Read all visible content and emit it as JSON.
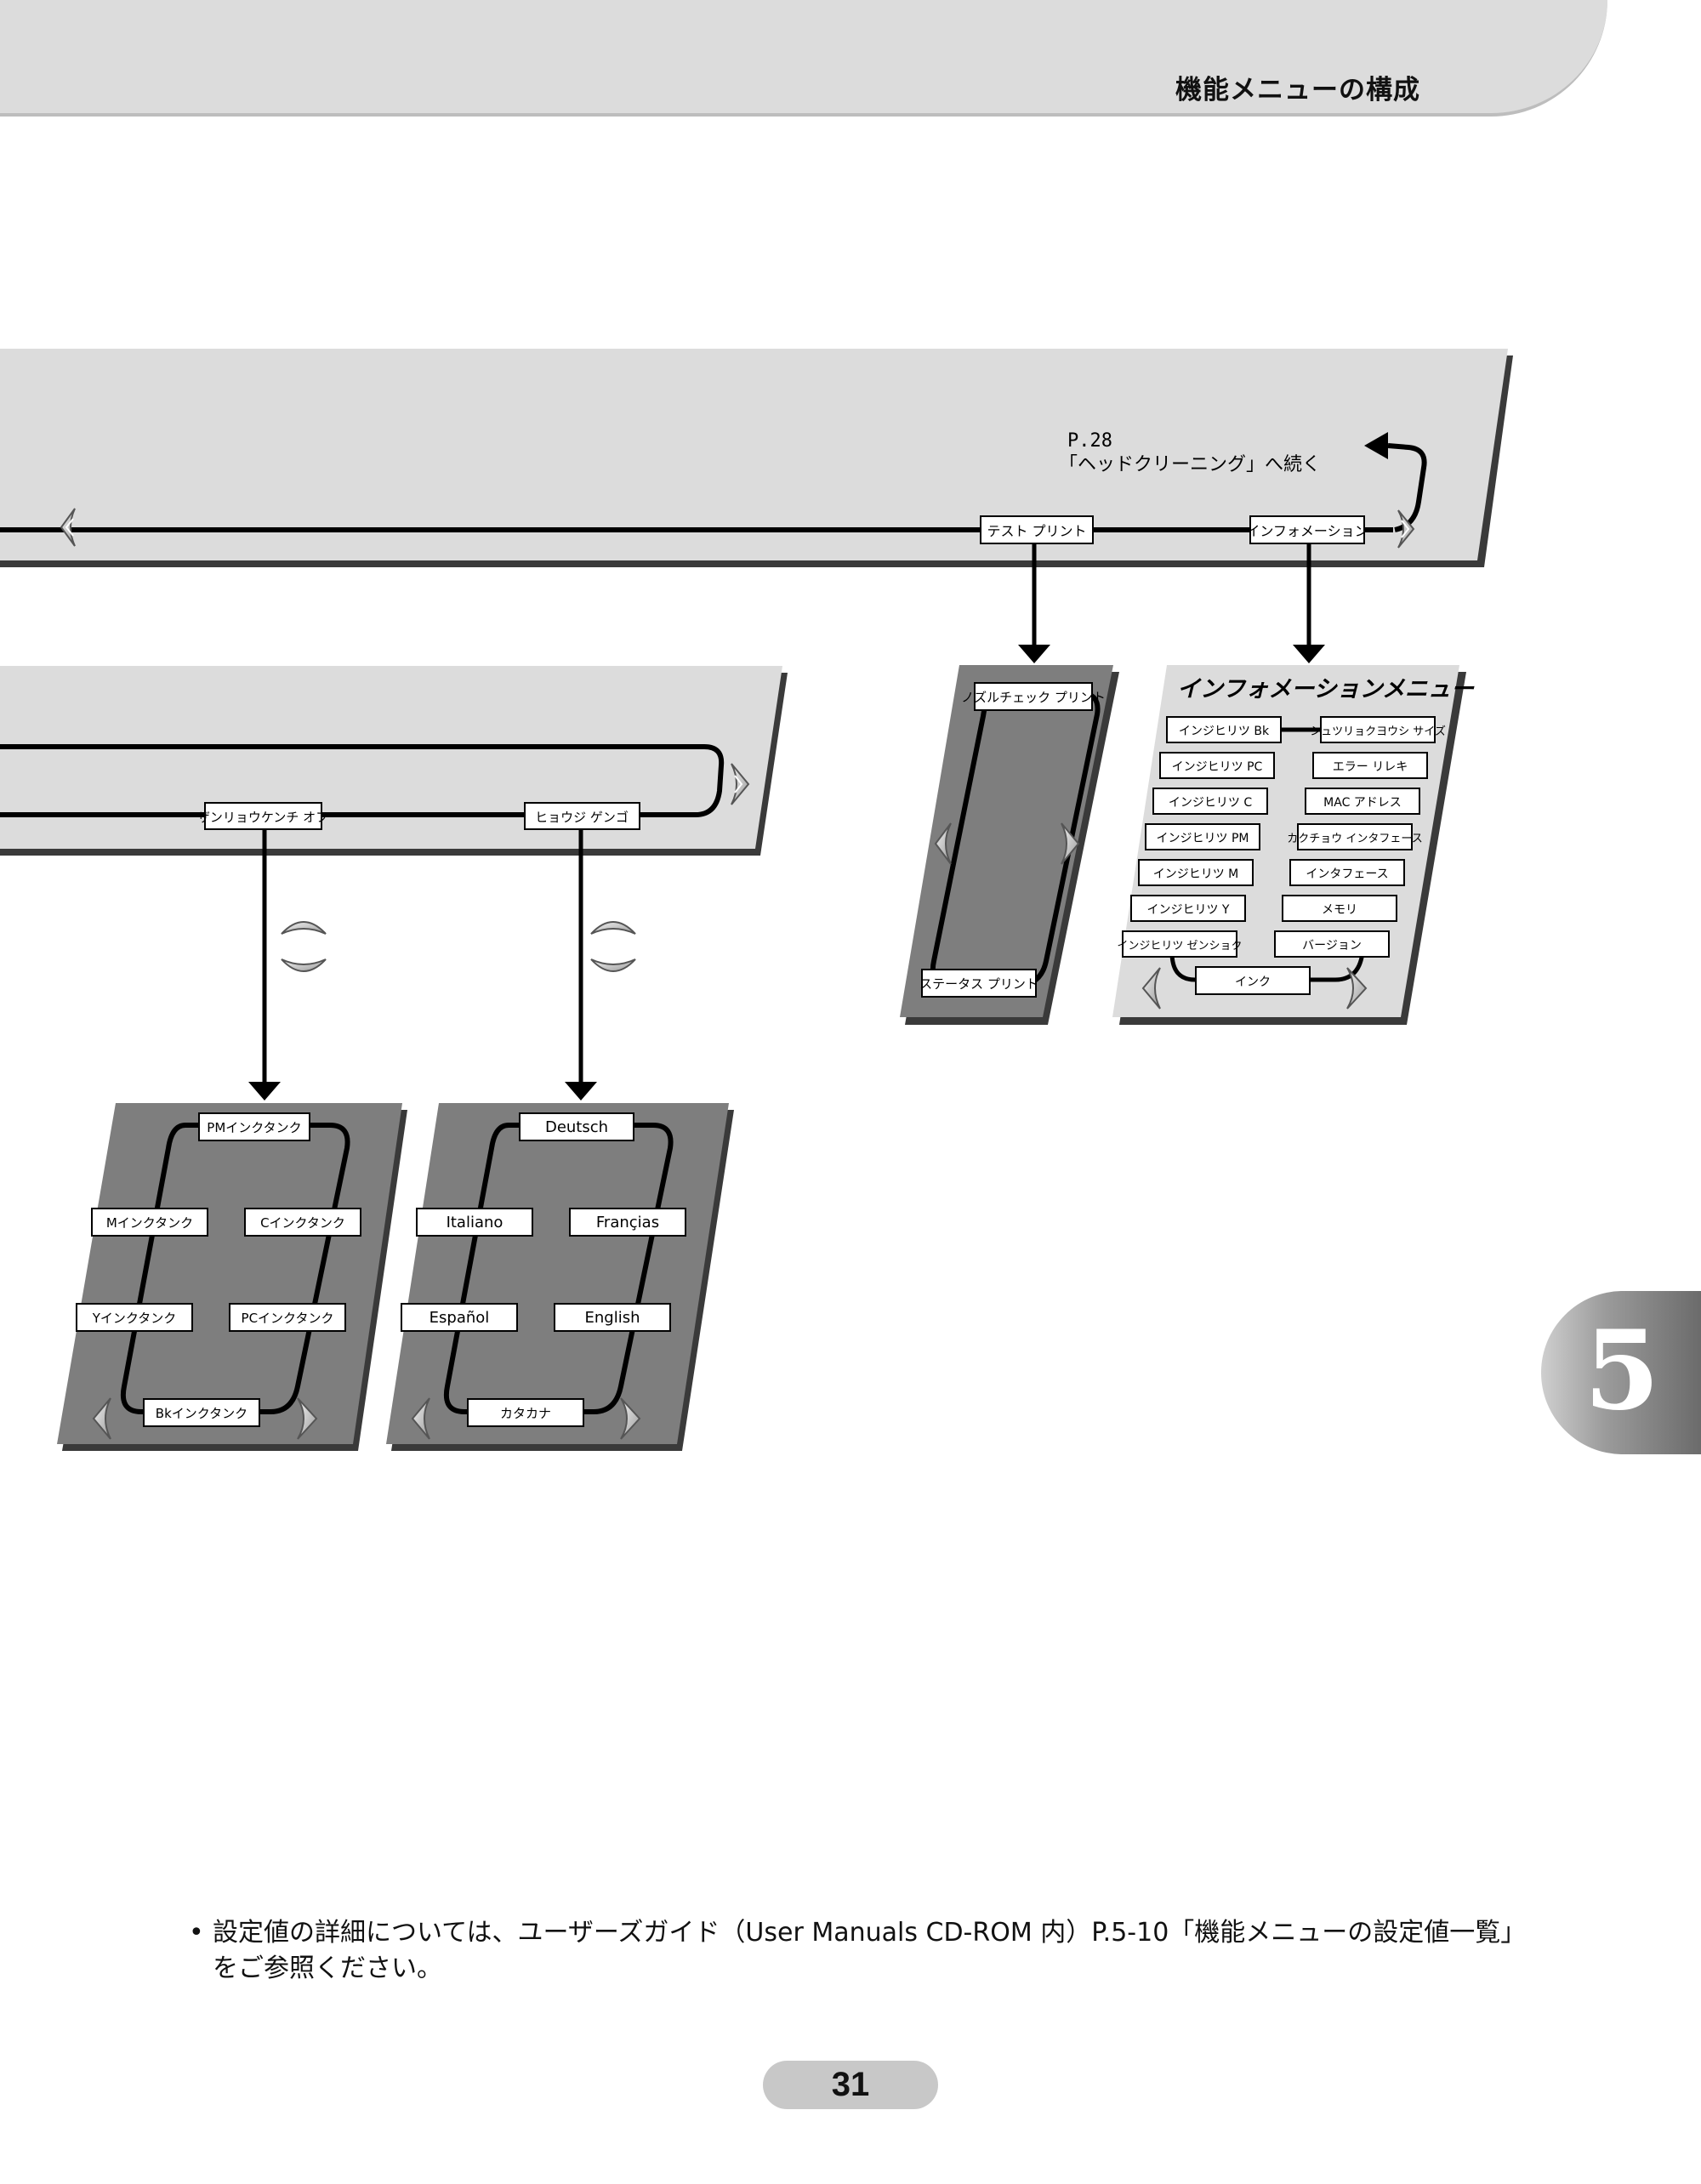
{
  "header": {
    "title": "機能メニューの構成"
  },
  "main_menu": {
    "items": [
      "テスト プリント",
      "インフォメーション"
    ],
    "continuation": {
      "page_ref": "P.28",
      "text": "「ヘッドクリーニング」へ続く"
    }
  },
  "settings_menu": {
    "items": [
      "ザンリョウケンチ オフ",
      "ヒョウジ ゲンゴ"
    ]
  },
  "test_print_menu": {
    "items": [
      "ノズルチェック プリント",
      "ステータス プリント"
    ]
  },
  "info_menu": {
    "title": "インフォメーションメニュー",
    "left_items": [
      "インジヒリツ Bk",
      "インジヒリツ PC",
      "インジヒリツ C",
      "インジヒリツ PM",
      "インジヒリツ M",
      "インジヒリツ Y",
      "インジヒリツ ゼンショク"
    ],
    "right_items": [
      "シュツリョクヨウシ サイズ",
      "エラー リレキ",
      "MAC アドレス",
      "カクチョウ インタフェース",
      "インタフェース",
      "メモリ",
      "バージョン"
    ],
    "bottom_item": "インク"
  },
  "ink_menu": {
    "items": [
      "PMインクタンク",
      "Mインクタンク",
      "Cインクタンク",
      "Yインクタンク",
      "PCインクタンク",
      "Bkインクタンク"
    ]
  },
  "language_menu": {
    "items": [
      "Deutsch",
      "Italiano",
      "Françias",
      "Español",
      "English",
      "カタカナ"
    ]
  },
  "chapter": {
    "number": "5"
  },
  "note": {
    "bullet": "•",
    "text": "設定値の詳細については、ユーザーズガイド（User Manuals CD-ROM 内）P.5-10「機能メニューの設定値一覧」をご参照ください。"
  },
  "page": {
    "number": "31"
  }
}
